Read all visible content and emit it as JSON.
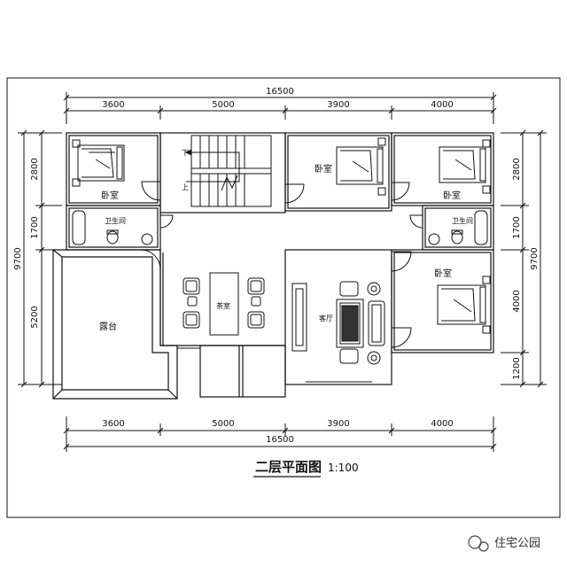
{
  "title": "二层平面图",
  "scale": "1:100",
  "watermark": "住宅公园",
  "top_dims": {
    "total": "16500",
    "segments": [
      "3600",
      "5000",
      "3900",
      "4000"
    ]
  },
  "bottom_dims": {
    "total": "16500",
    "segments": [
      "3600",
      "5000",
      "3900",
      "4000"
    ]
  },
  "left_dims": {
    "total": "9700",
    "segments": [
      "2800",
      "1700",
      "5200"
    ]
  },
  "right_dims": {
    "total": "9700",
    "segments": [
      "2800",
      "1700",
      "4000",
      "1200"
    ]
  },
  "rooms": {
    "bedroom_top_left": "卧室",
    "bedroom_top_mid": "卧室",
    "bedroom_top_right": "卧室",
    "bedroom_right": "卧室",
    "bath_left": "卫生间",
    "bath_right": "卫生间",
    "terrace": "露台",
    "tea_room": "茶室",
    "living_room": "客厅"
  },
  "stairs": {
    "down": "下",
    "up": "上"
  },
  "colors": {
    "line": "#111111",
    "background": "#ffffff"
  }
}
